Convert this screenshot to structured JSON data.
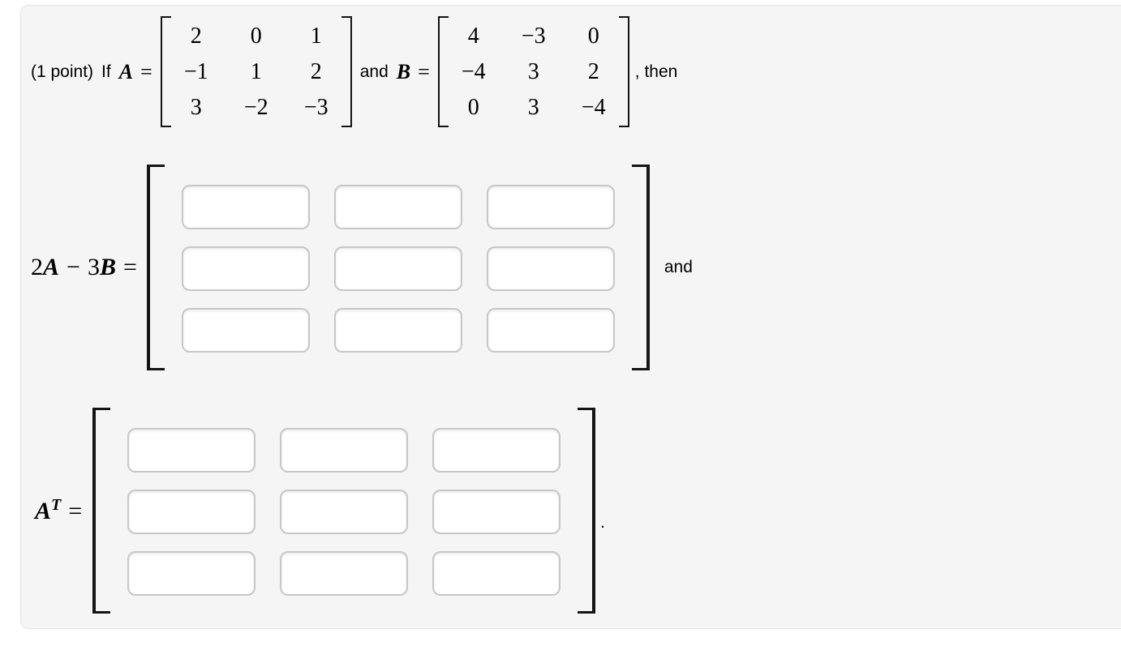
{
  "problem": {
    "points": "(1 point)",
    "if_label": "If",
    "var_a": "A",
    "var_b": "B",
    "equals": "=",
    "and_label": "and",
    "then_label": ", then"
  },
  "matrix_a": {
    "rows": [
      [
        "2",
        "0",
        "1"
      ],
      [
        "−1",
        "1",
        "2"
      ],
      [
        "3",
        "−2",
        "−3"
      ]
    ]
  },
  "matrix_b": {
    "rows": [
      [
        "4",
        "−3",
        "0"
      ],
      [
        "−4",
        "3",
        "2"
      ],
      [
        "0",
        "3",
        "−4"
      ]
    ]
  },
  "eq1": {
    "coef1": "2",
    "var1": "A",
    "minus": "−",
    "coef2": "3",
    "var2": "B",
    "equals": "=",
    "suffix_label": "and"
  },
  "eq2": {
    "var": "A",
    "sup": "T",
    "equals": "=",
    "suffix_label": "."
  },
  "answers": {
    "matrix_2a_minus_3b": [
      [
        "",
        "",
        ""
      ],
      [
        "",
        "",
        ""
      ],
      [
        "",
        "",
        ""
      ]
    ],
    "matrix_a_transpose": [
      [
        "",
        "",
        ""
      ],
      [
        "",
        "",
        ""
      ],
      [
        "",
        "",
        ""
      ]
    ]
  },
  "colors": {
    "panel_bg": "#f5f5f5",
    "panel_border": "#e3e3e3",
    "input_border": "#c7c7c7",
    "bracket": "#151515",
    "text": "#000000"
  }
}
